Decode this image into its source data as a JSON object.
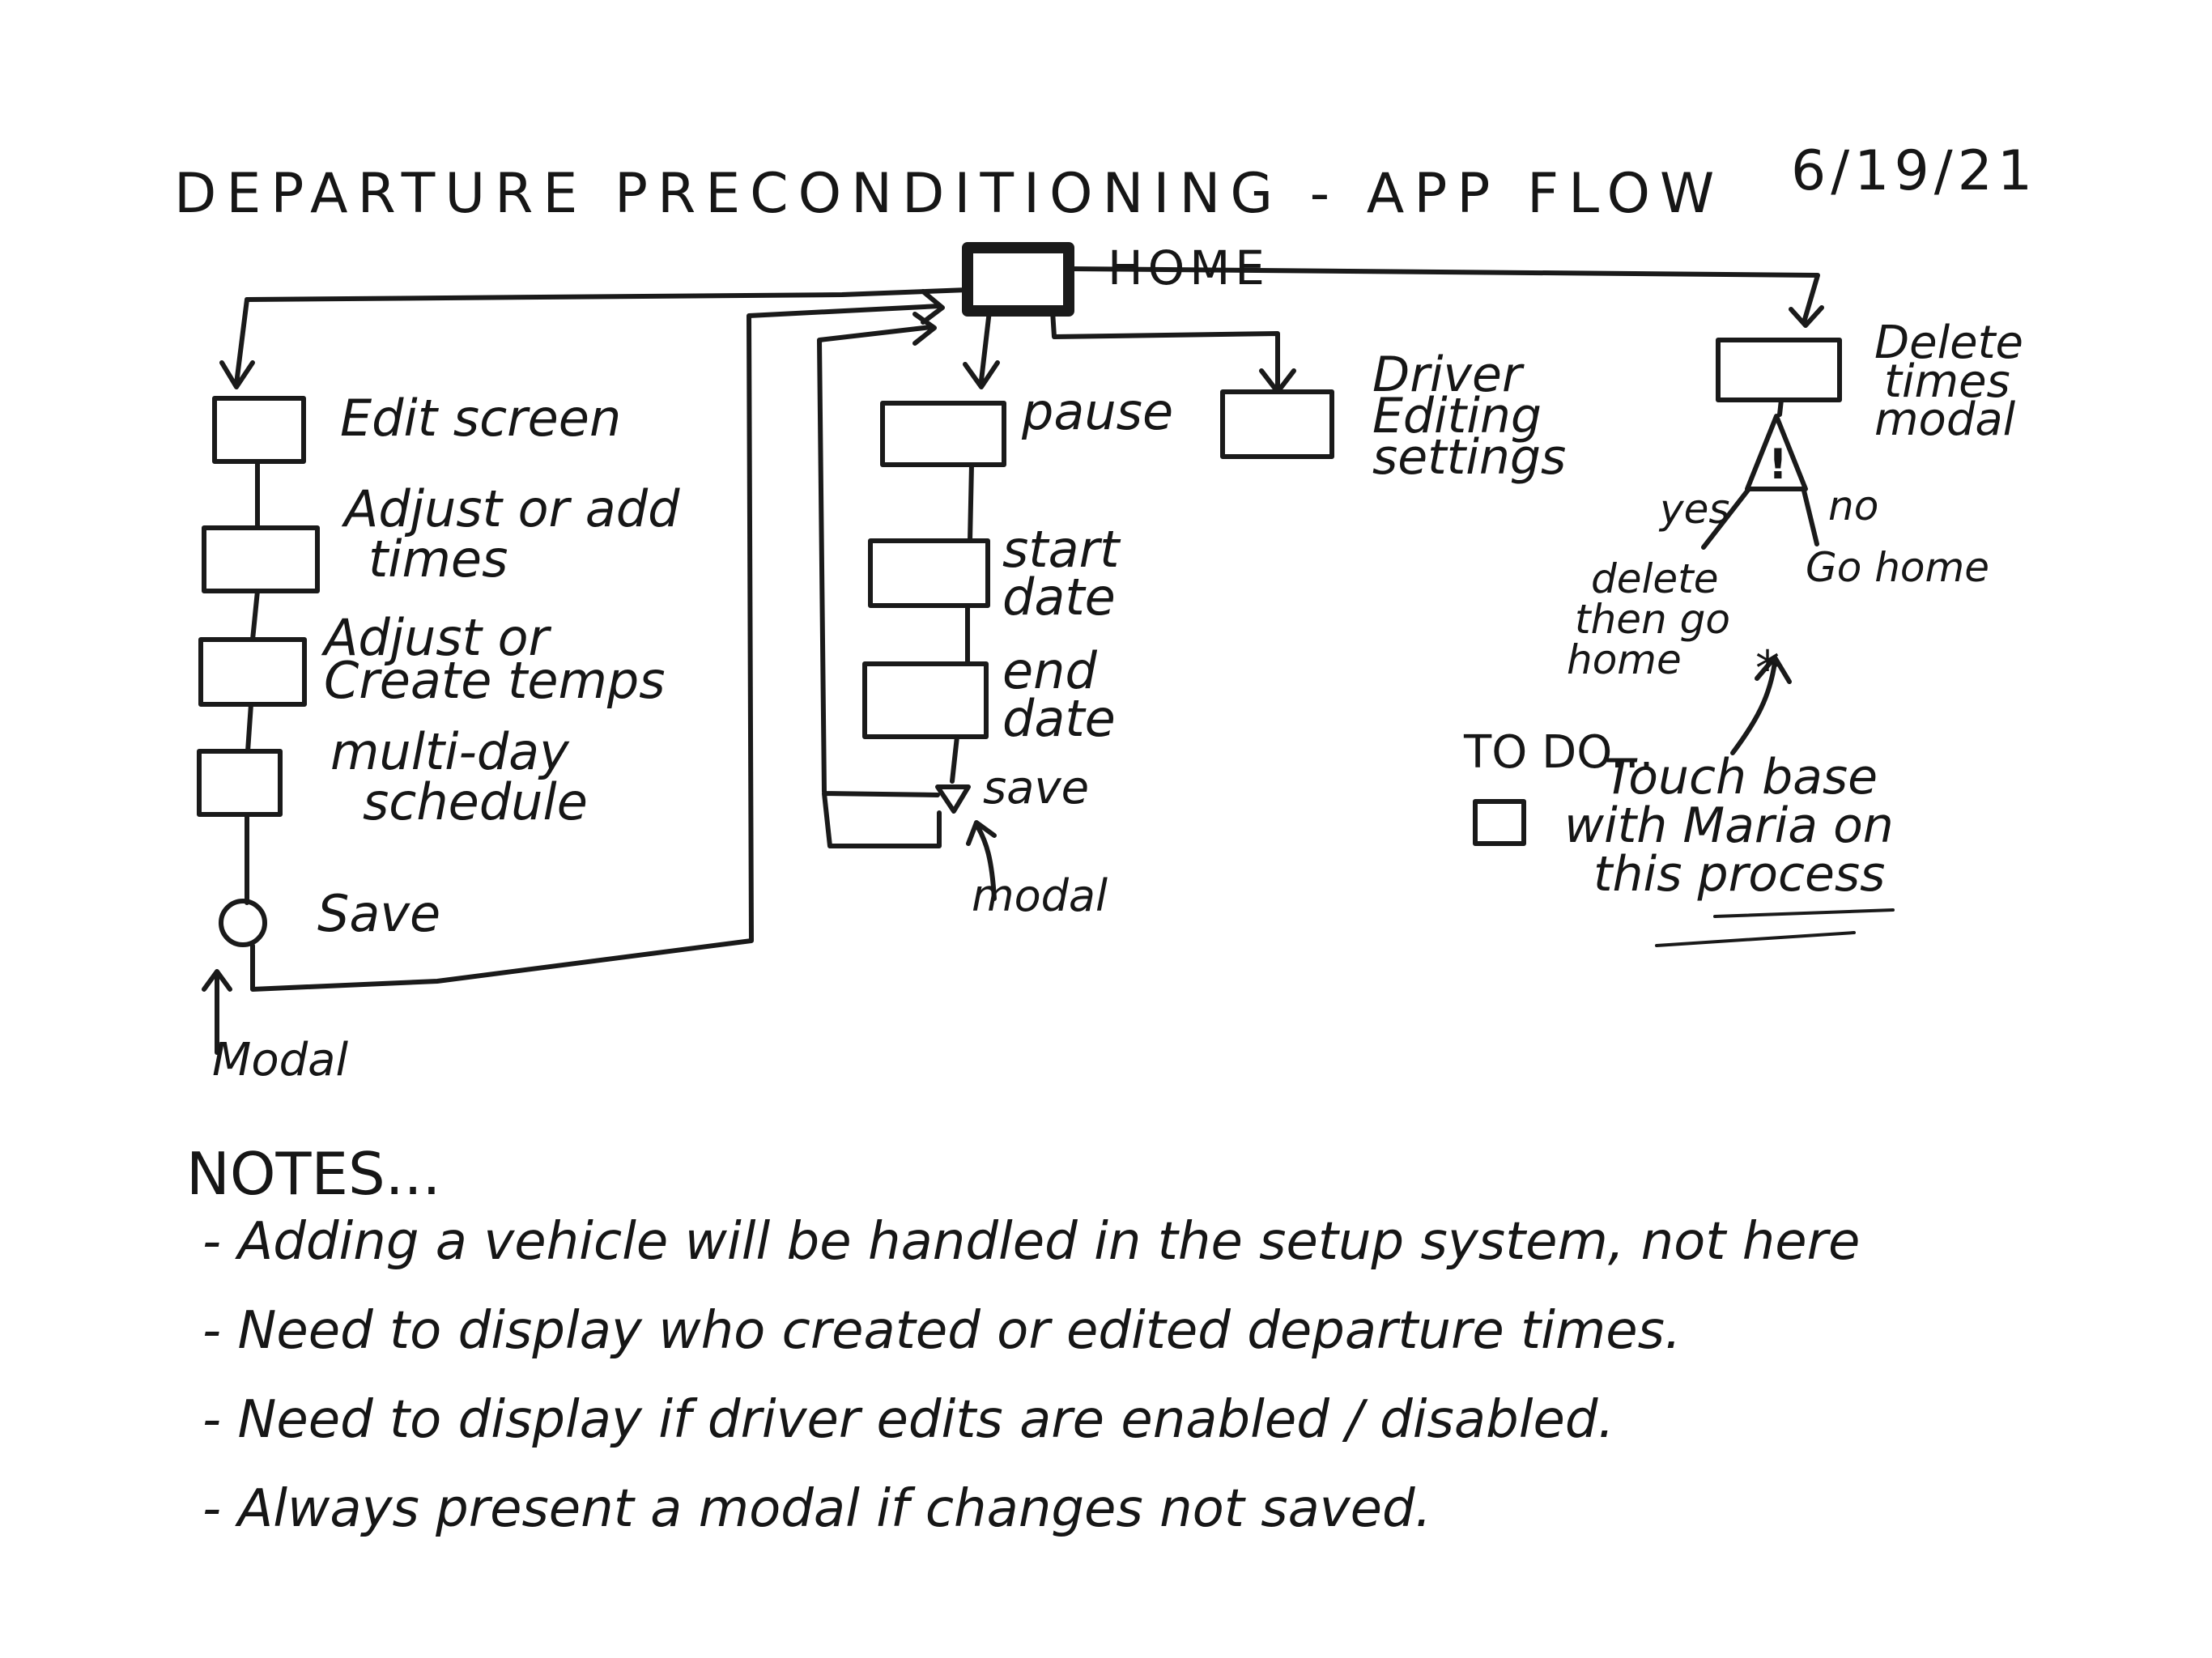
{
  "title": "DEPARTURE PRECONDITIONING - APP FLOW",
  "date": "6/19/21",
  "home": {
    "label": "HOME"
  },
  "edit_flow": {
    "edit_screen": "Edit screen",
    "adjust_times": [
      "Adjust or add",
      "times"
    ],
    "adjust_temps": [
      "Adjust or",
      "Create temps"
    ],
    "multi_day": [
      "multi-day",
      "schedule"
    ],
    "save": "Save",
    "modal": "Modal"
  },
  "pause_flow": {
    "pause": "pause",
    "start_date": [
      "start",
      "date"
    ],
    "end_date": [
      "end",
      "date"
    ],
    "save": "save",
    "modal": "modal"
  },
  "driver": {
    "label": [
      "Driver",
      "Editing",
      "settings"
    ]
  },
  "delete_flow": {
    "label": [
      "Delete",
      "times",
      "modal"
    ],
    "warning_symbol": "!",
    "yes": "yes",
    "no": "no",
    "yes_result": [
      "delete",
      "then go",
      "home"
    ],
    "no_result": "Go home"
  },
  "todo": {
    "heading": "TO DO...",
    "mark": "*",
    "item": [
      "Touch base",
      "with Maria on",
      "this process"
    ]
  },
  "notes": {
    "heading": "NOTES...",
    "items": [
      "- Adding a vehicle will be handled in the setup system, not here",
      "- Need to display who created or edited departure times.",
      "- Need to display if driver edits are enabled / disabled.",
      "- Always present a modal if changes not saved."
    ]
  }
}
